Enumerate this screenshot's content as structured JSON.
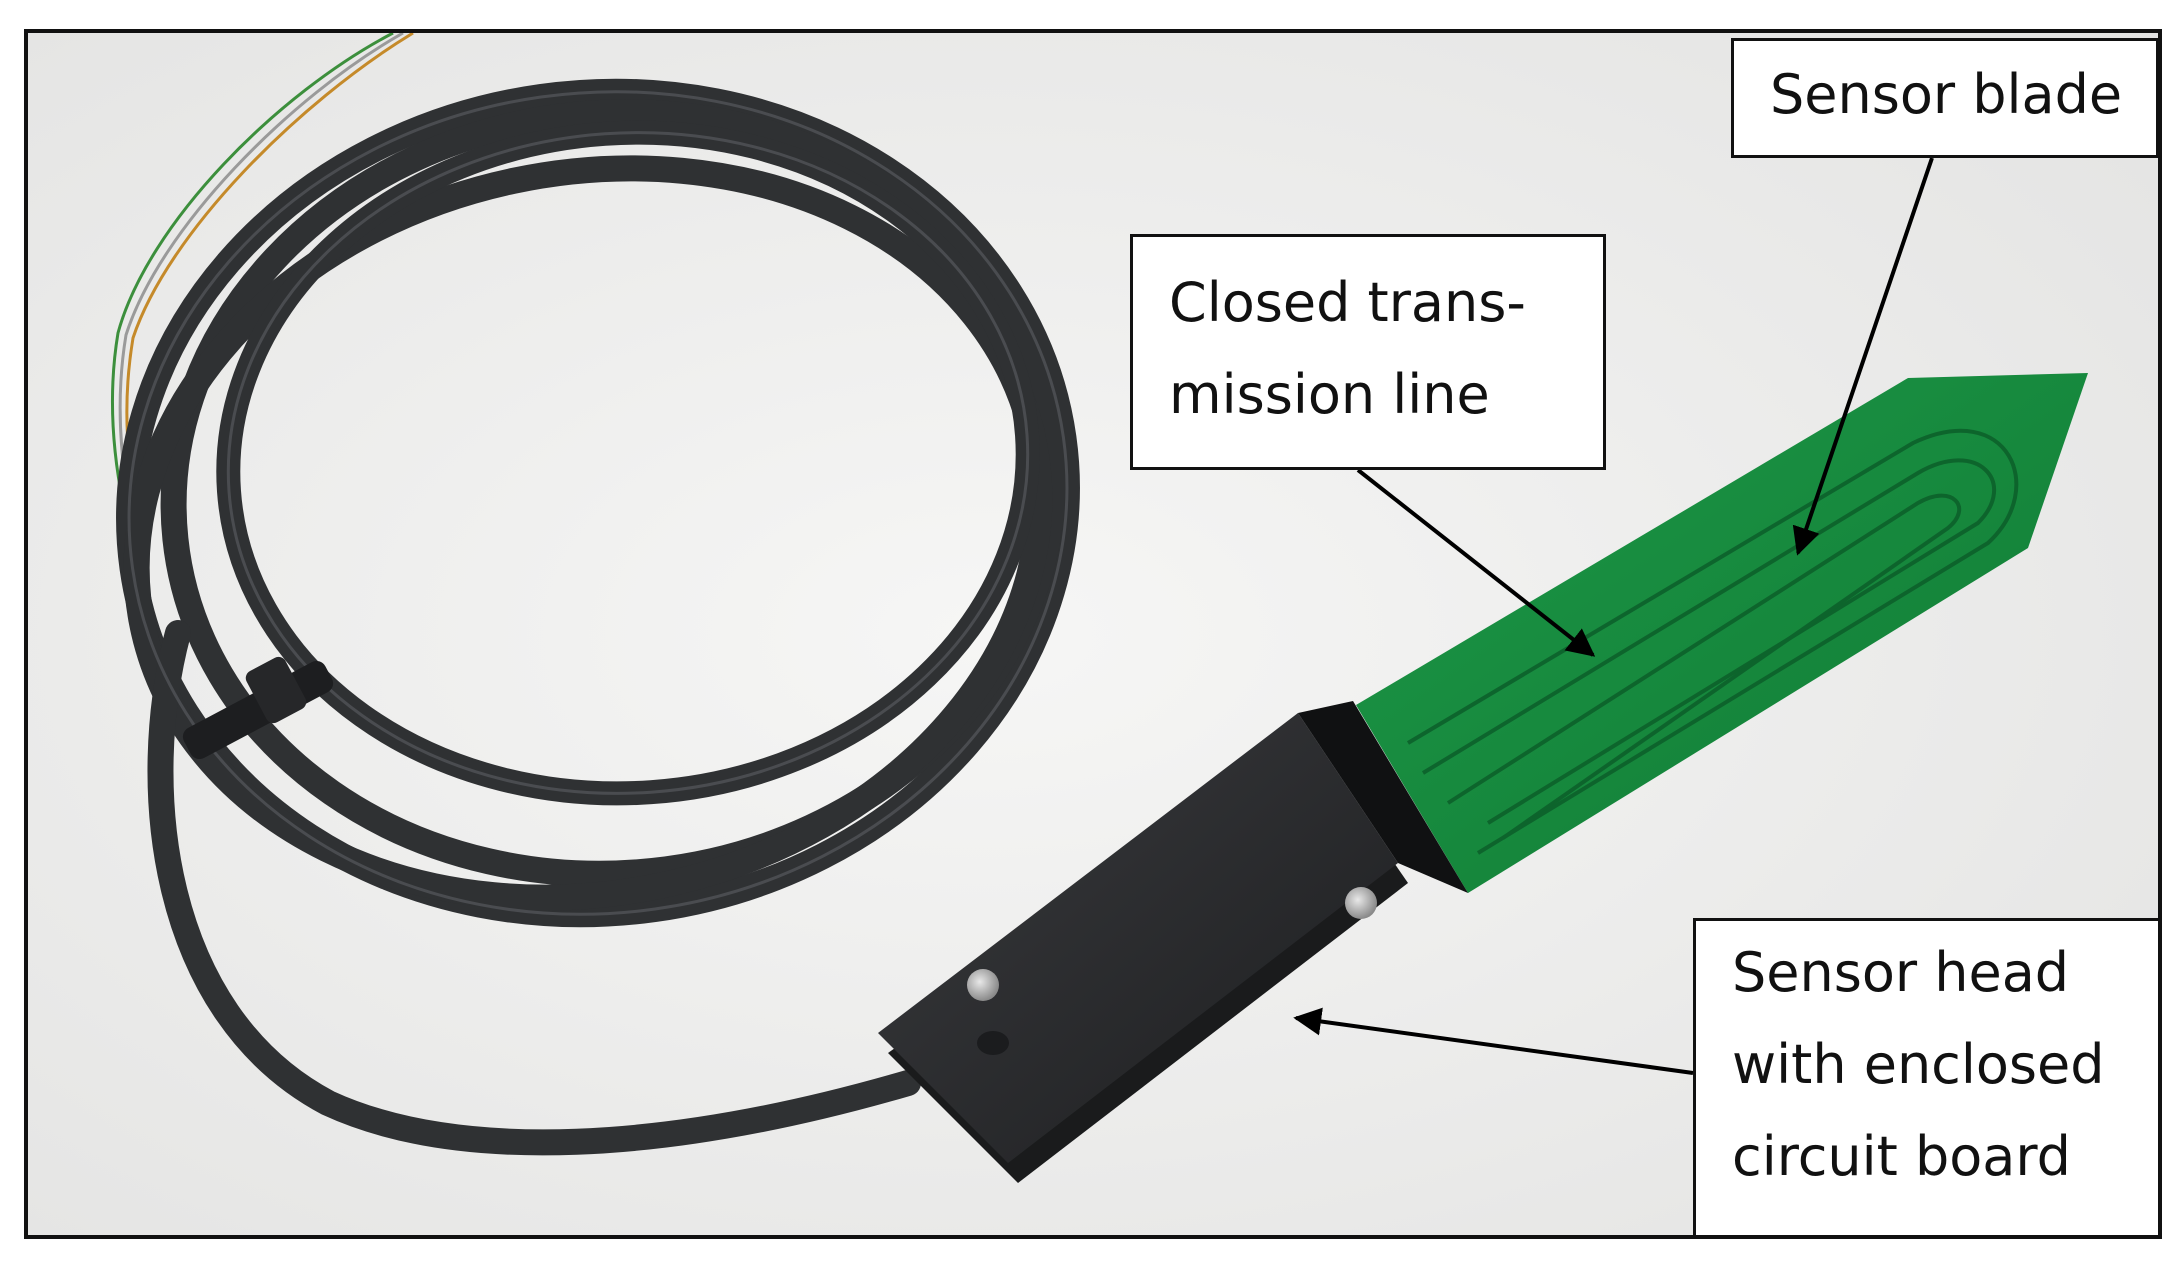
{
  "labels": {
    "sensor_blade": "Sensor blade",
    "transmission_line": [
      "Closed trans-",
      "mission line"
    ],
    "sensor_head": [
      "Sensor head",
      "with enclosed",
      "circuit board"
    ]
  },
  "colors": {
    "background": "#f1f1f0",
    "cable": "#2f3133",
    "blade_green": "#168a3c",
    "trace_dark": "#0c5f2a",
    "housing": "#2a2b2d",
    "frame": "#111111"
  }
}
